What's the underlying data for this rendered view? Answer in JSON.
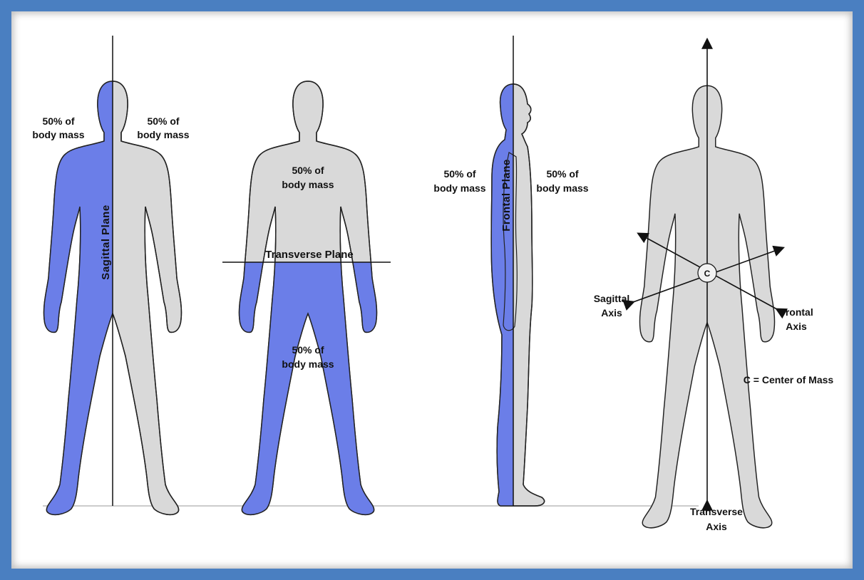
{
  "colors": {
    "frame": "#4a7fc1",
    "highlight": "#6b7ee8",
    "body": "#d9d9d9",
    "outline": "#222222"
  },
  "figures": {
    "sagittal": {
      "plane_label": "Sagittal Plane",
      "left_label": [
        "50% of",
        "body mass"
      ],
      "right_label": [
        "50% of",
        "body mass"
      ]
    },
    "transverse": {
      "plane_label": "Transverse Plane",
      "top_label": [
        "50% of",
        "body mass"
      ],
      "bottom_label": [
        "50% of",
        "body mass"
      ]
    },
    "frontal": {
      "plane_label": "Frontal Plane",
      "left_label": [
        "50% of",
        "body mass"
      ],
      "right_label": [
        "50% of",
        "body mass"
      ]
    },
    "axes": {
      "center_symbol": "C",
      "sagittal_axis": [
        "Sagittal",
        "Axis"
      ],
      "frontal_axis": [
        "Frontal",
        "Axis"
      ],
      "transverse_axis": [
        "Transverse",
        "Axis"
      ],
      "legend": "C = Center of Mass"
    }
  }
}
